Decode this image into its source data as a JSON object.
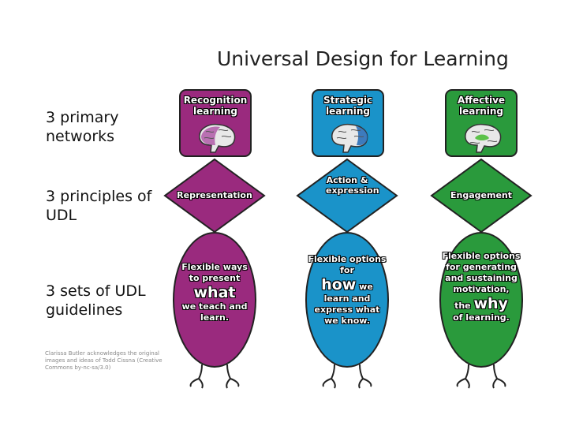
{
  "title": "Universal Design for Learning",
  "rows": {
    "networks": "3 primary networks",
    "principles": "3 principles of UDL",
    "guidelines": "3 sets of UDL guidelines"
  },
  "credit": "Clarissa Butler acknowledges the original images and ideas of Todd Cissna (Creative Commons by-nc-sa/3.0)",
  "colors": {
    "recognition": "#9a2a7e",
    "strategic": "#1a93c9",
    "affective": "#2a9a3c"
  },
  "columns": [
    {
      "network": "Recognition learning",
      "principle": "Representation",
      "guideline_pre": "Flexible ways to present",
      "guideline_key": "what",
      "guideline_post": "we teach and learn."
    },
    {
      "network": "Strategic learning",
      "principle": "Action & expression",
      "guideline_pre": "Flexible options for",
      "guideline_key": "how",
      "guideline_mid": "we",
      "guideline_post": "learn and express what we know."
    },
    {
      "network": "Affective learning",
      "principle": "Engagement",
      "guideline_pre": "Flexible options for generating and sustaining motivation,",
      "guideline_lead": "the",
      "guideline_key": "why",
      "guideline_post": "of learning."
    }
  ]
}
